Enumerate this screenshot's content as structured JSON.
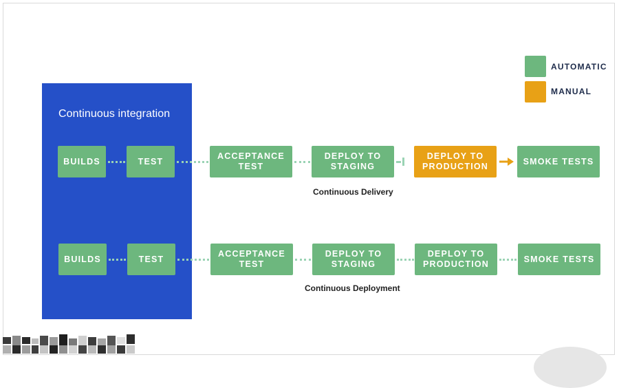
{
  "ci": {
    "title": "Continuous integration"
  },
  "legend": {
    "automatic": {
      "label": "AUTOMATIC",
      "color": "#6db77e"
    },
    "manual": {
      "label": "MANUAL",
      "color": "#e8a116"
    }
  },
  "delivery": {
    "label": "Continuous Delivery",
    "stages": [
      {
        "label": "BUILDS",
        "kind": "automatic"
      },
      {
        "label": "TEST",
        "kind": "automatic"
      },
      {
        "label": "ACCEPTANCE TEST",
        "kind": "automatic"
      },
      {
        "label": "DEPLOY TO STAGING",
        "kind": "automatic"
      },
      {
        "label": "DEPLOY TO PRODUCTION",
        "kind": "manual"
      },
      {
        "label": "SMOKE TESTS",
        "kind": "automatic"
      }
    ]
  },
  "deployment": {
    "label": "Continuous Deployment",
    "stages": [
      {
        "label": "BUILDS",
        "kind": "automatic"
      },
      {
        "label": "TEST",
        "kind": "automatic"
      },
      {
        "label": "ACCEPTANCE TEST",
        "kind": "automatic"
      },
      {
        "label": "DEPLOY TO STAGING",
        "kind": "automatic"
      },
      {
        "label": "DEPLOY TO PRODUCTION",
        "kind": "automatic"
      },
      {
        "label": "SMOKE TESTS",
        "kind": "automatic"
      }
    ]
  }
}
